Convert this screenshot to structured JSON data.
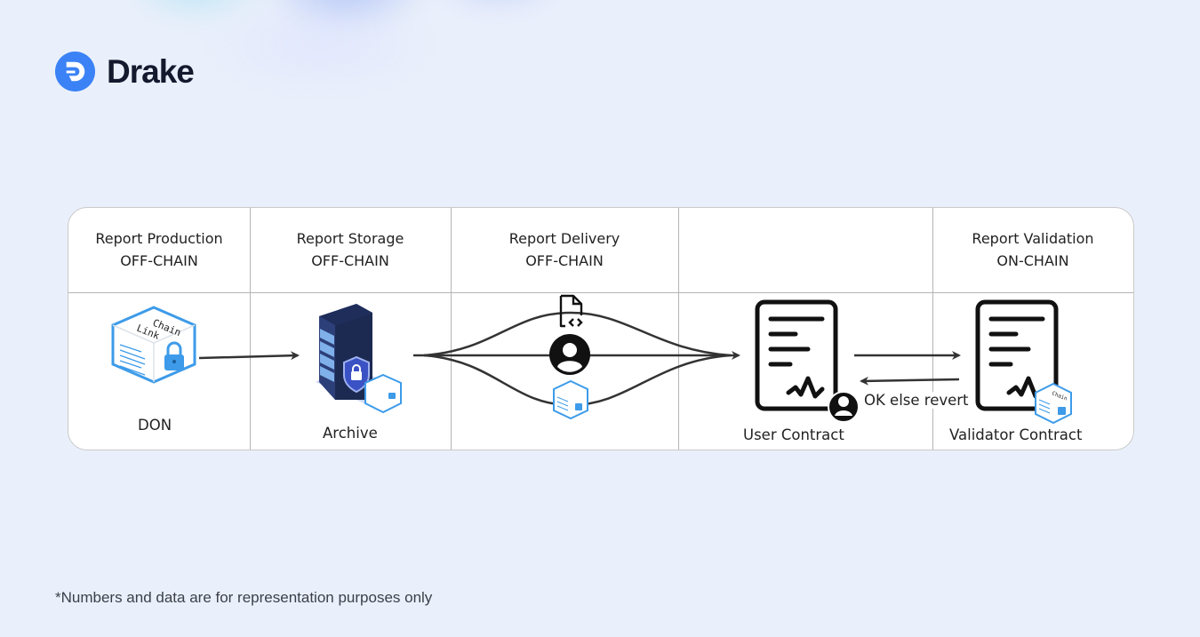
{
  "brand": {
    "name": "Drake",
    "accent": "#3b82f6",
    "icon": "drake-logo-icon"
  },
  "diagram": {
    "columns": [
      {
        "title": "Report Production",
        "subtitle": "OFF-CHAIN"
      },
      {
        "title": "Report Storage",
        "subtitle": "OFF-CHAIN"
      },
      {
        "title": "Report Delivery",
        "subtitle": "OFF-CHAIN"
      },
      {
        "title": "",
        "subtitle": ""
      },
      {
        "title": "Report Validation",
        "subtitle": "ON-CHAIN"
      }
    ],
    "nodes": {
      "don": {
        "label": "DON",
        "icon": "chainlink-cube-icon"
      },
      "archive": {
        "label": "Archive",
        "icon": "server-shield-icon"
      },
      "delivery_icons": [
        "file-code-icon",
        "user-circle-icon",
        "chainlink-cube-icon"
      ],
      "user_contract": {
        "label": "User Contract",
        "icon": "contract-document-icon"
      },
      "validator_contract": {
        "label": "Validator Contract",
        "icon": "contract-document-icon"
      }
    },
    "edges": {
      "return_label": "OK else revert"
    },
    "colors": {
      "chainlink_blue": "#3d9be9",
      "arrow": "#333333",
      "server": "#1f2f5e"
    }
  },
  "footnote": "*Numbers and data are for representation purposes only"
}
